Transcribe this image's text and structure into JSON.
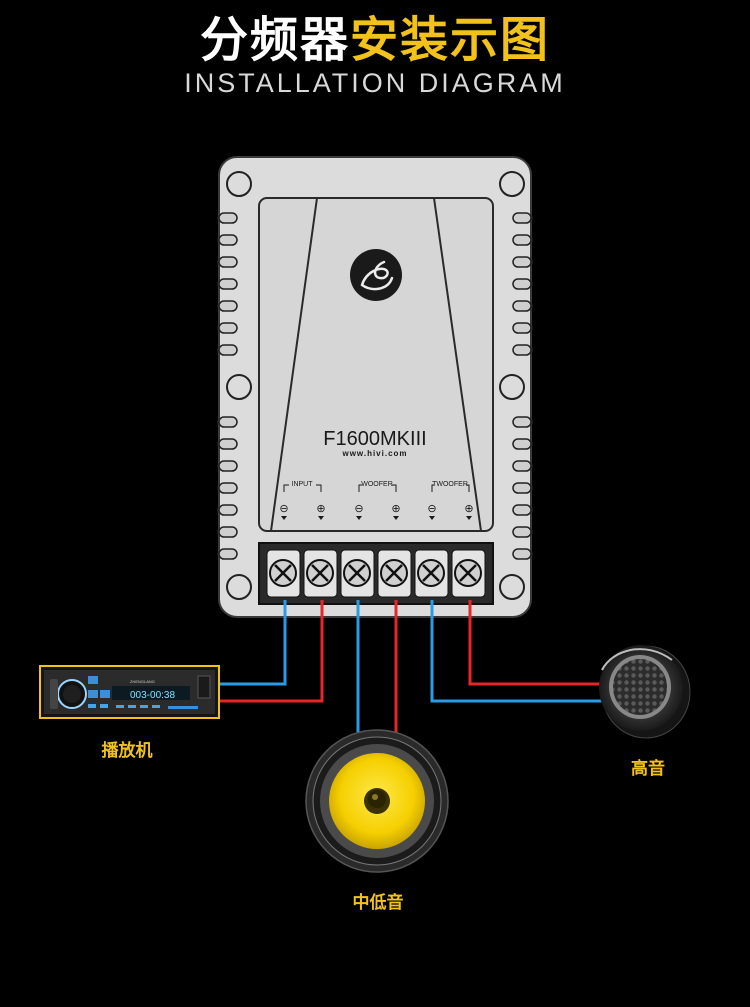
{
  "title": {
    "part1": "分频器",
    "part2": "安装示图"
  },
  "subtitle": "INSTALLATION DIAGRAM",
  "crossover": {
    "model": "F1600MKIII",
    "url": "www.hivi.com",
    "groups": [
      "INPUT",
      "WOOFER",
      "TWOOFER"
    ],
    "polarity": [
      "⊖",
      "⊕",
      "⊖",
      "⊕",
      "⊖",
      "⊕"
    ]
  },
  "head_unit": {
    "label": "播放机",
    "display": "003-00:38",
    "brand": "ZHENGLANG"
  },
  "woofer": {
    "label": "中低音"
  },
  "tweeter": {
    "label": "高音"
  },
  "colors": {
    "accent": "#f2c21b",
    "wire_negative": "#2a9be6",
    "wire_positive": "#e8262a",
    "panel": "#dcdcdc"
  }
}
